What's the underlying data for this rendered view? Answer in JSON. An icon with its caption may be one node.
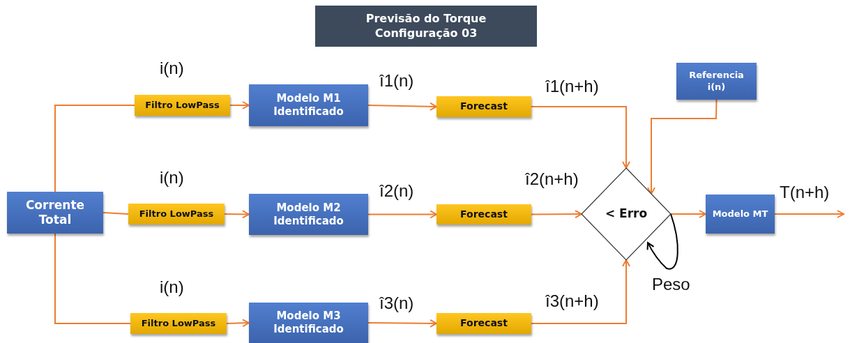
{
  "diagram": {
    "title": "Previsão do Torque Configuração 03",
    "nodes": [
      {
        "text": [
          "Corrente Total"
        ]
      },
      {
        "text": [
          "Filtro LowPass"
        ]
      },
      {
        "text": [
          "Modelo M1 Identificado"
        ]
      },
      {
        "text": [
          "Forecast"
        ]
      },
      {
        "text": [
          "Filtro LowPass"
        ]
      },
      {
        "text": [
          "Modelo M2 Identificado"
        ]
      },
      {
        "text": [
          "Forecast"
        ]
      },
      {
        "text": [
          "Filtro LowPass"
        ]
      },
      {
        "text": [
          "Modelo M3 Identificado"
        ]
      },
      {
        "text": [
          "Forecast"
        ]
      },
      {
        "text": [
          "Referencia i(n)"
        ]
      },
      {
        "text": [
          "< Erro"
        ]
      },
      {
        "text": [
          "Modelo MT"
        ]
      }
    ],
    "edges": [
      {
        "from": 0,
        "to": 1,
        "arrow": "none"
      },
      {
        "from": 0,
        "to": 4,
        "arrow": "none"
      },
      {
        "from": 0,
        "to": 7,
        "arrow": "none"
      },
      {
        "from": 1,
        "to": 2,
        "arrow": "to"
      },
      {
        "from": 2,
        "to": 3,
        "arrow": "to",
        "label": "î1(n)"
      },
      {
        "from": 3,
        "to": 11,
        "arrow": "to",
        "label": "î1(n+h)"
      },
      {
        "from": 4,
        "to": 5,
        "arrow": "to"
      },
      {
        "from": 5,
        "to": 6,
        "arrow": "to",
        "label": "î2(n)"
      },
      {
        "from": 6,
        "to": 11,
        "arrow": "to",
        "label": "î2(n+h)"
      },
      {
        "from": 7,
        "to": 8,
        "arrow": "to"
      },
      {
        "from": 8,
        "to": 9,
        "arrow": "to",
        "label": "î3(n)"
      },
      {
        "from": 9,
        "to": 11,
        "arrow": "to",
        "label": "î3(n+h)"
      },
      {
        "from": 10,
        "to": 11,
        "arrow": "to"
      },
      {
        "from": 11,
        "to": 12,
        "arrow": "to"
      },
      {
        "from": 12,
        "to": null,
        "arrow": "to",
        "label": "T(n+h)"
      },
      {
        "from": 11,
        "to": 11,
        "arrow": "to",
        "label": "Peso",
        "color": "#000000"
      }
    ],
    "labels": [
      "i(n)",
      "i(n)",
      "i(n)"
    ]
  }
}
